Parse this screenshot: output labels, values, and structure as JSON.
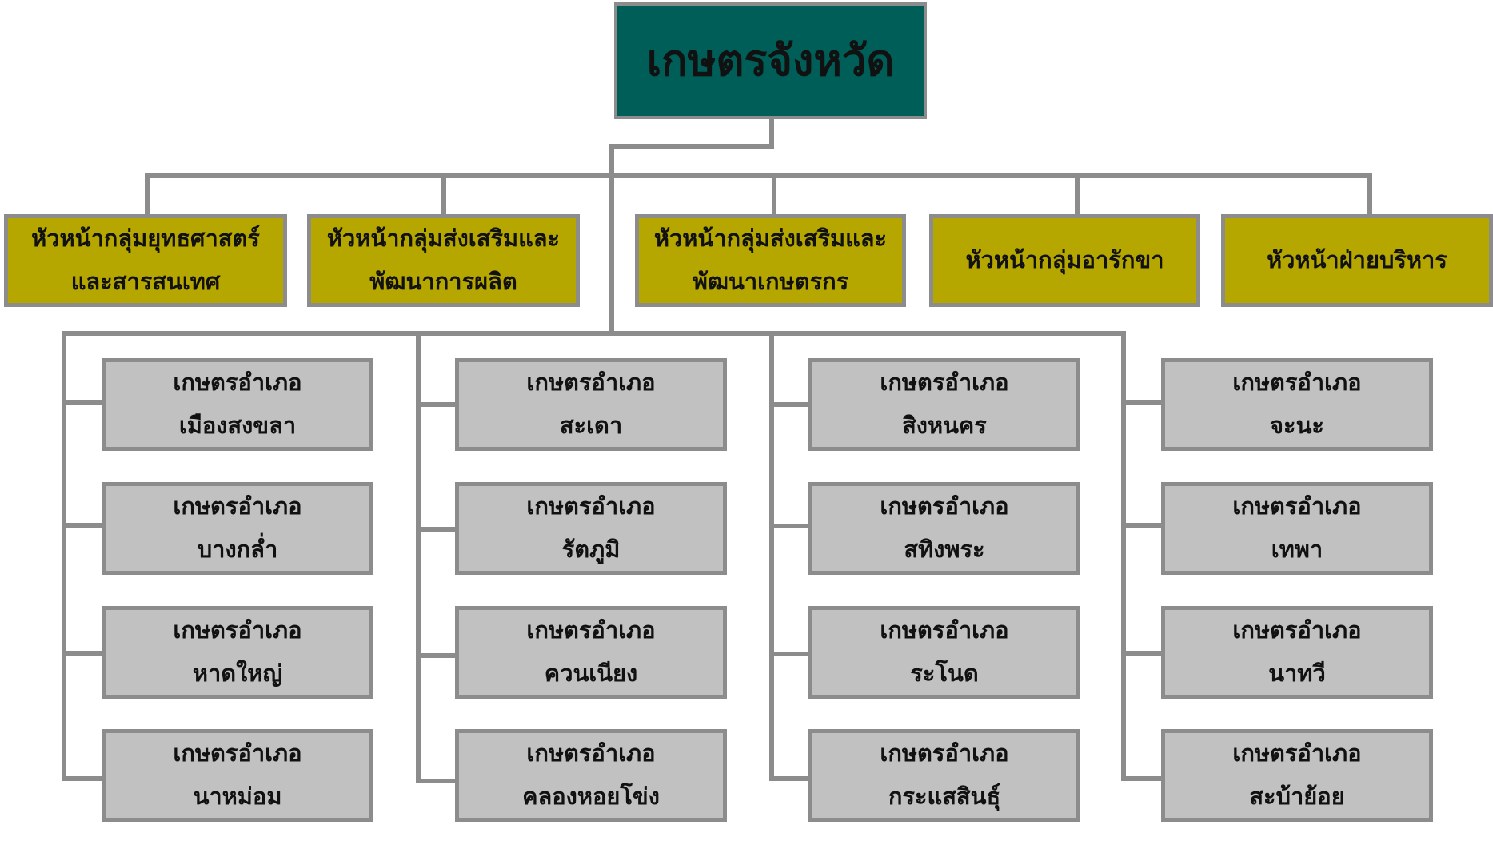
{
  "root": {
    "label": "เกษตรจังหวัด"
  },
  "groups": [
    {
      "line1": "หัวหน้ากลุ่มยุทธศาสตร์",
      "line2": "และสารสนเทศ"
    },
    {
      "line1": "หัวหน้ากลุ่มส่งเสริมและ",
      "line2": "พัฒนาการผลิต"
    },
    {
      "line1": "หัวหน้ากลุ่มส่งเสริมและ",
      "line2": "พัฒนาเกษตรกร"
    },
    {
      "line1": "หัวหน้ากลุ่มอารักขา",
      "line2": ""
    },
    {
      "line1": "หัวหน้าฝ่ายบริหาร",
      "line2": ""
    }
  ],
  "district_prefix": "เกษตรอำเภอ",
  "districts": [
    [
      "เมืองสงขลา",
      "บางกล่ำ",
      "หาดใหญ่",
      "นาหม่อม"
    ],
    [
      "สะเดา",
      "รัตภูมิ",
      "ควนเนียง",
      "คลองหอยโข่ง"
    ],
    [
      "สิงหนคร",
      "สทิงพระ",
      "ระโนด",
      "กระแสสินธุ์"
    ],
    [
      "จะนะ",
      "เทพา",
      "นาทวี",
      "สะบ้าย้อย"
    ]
  ],
  "colors": {
    "root": "#005e58",
    "group": "#b5a600",
    "district": "#c1c1c1",
    "line": "#8c8c8c"
  }
}
